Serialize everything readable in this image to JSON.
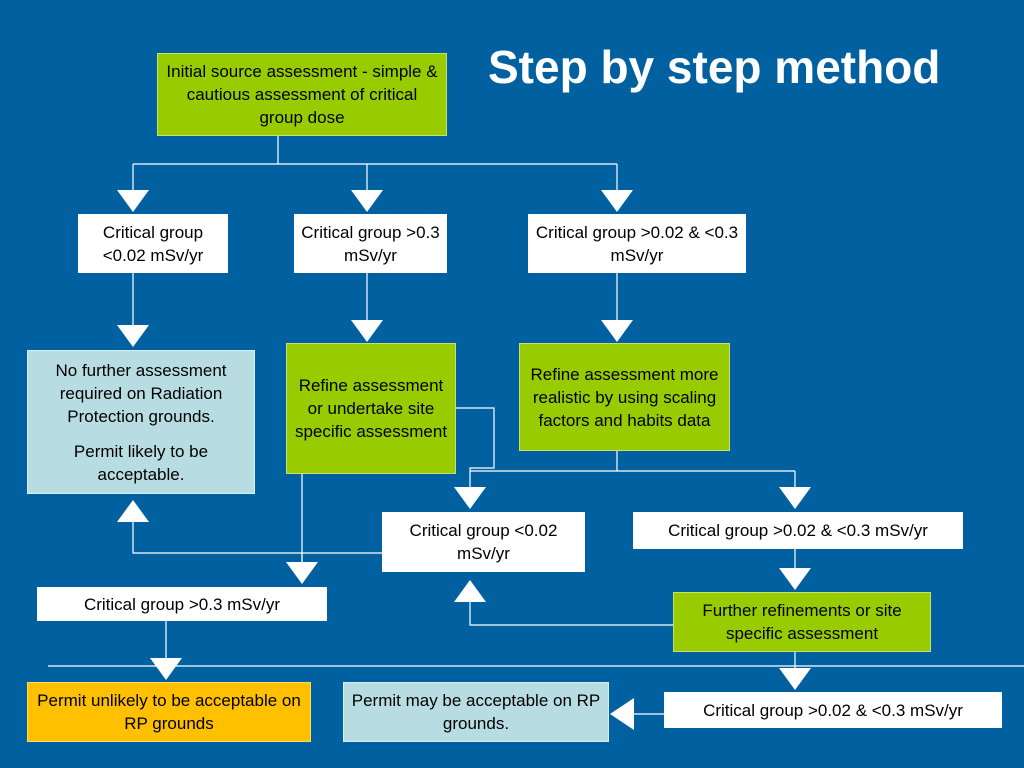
{
  "title": "Step by step method",
  "colors": {
    "background": "#0060a0",
    "green_box": "#99cc00",
    "blue_box": "#b7dde3",
    "orange_box": "#ffc000",
    "white_box": "#ffffff",
    "connector": "#ffffff"
  },
  "boxes": {
    "initial": "Initial source assessment - simple & cautious assessment of critical group dose",
    "cg_lt_002": "Critical group <0.02 mSv/yr",
    "cg_gt_03": "Critical group >0.3 mSv/yr",
    "cg_between": "Critical group >0.02 & <0.3 mSv/yr",
    "no_further_1": "No further assessment required on Radiation Protection grounds.",
    "no_further_2": "Permit likely to be acceptable.",
    "refine_site": "Refine assessment or undertake site specific assessment",
    "refine_scaling": "Refine assessment more realistic by using scaling factors and habits data",
    "cg2_lt_002": "Critical group <0.02 mSv/yr",
    "cg2_between": "Critical group >0.02 & <0.3 mSv/yr",
    "cg2_gt_03": "Critical group >0.3 mSv/yr",
    "further_refine": "Further refinements or site specific assessment",
    "permit_unlikely": "Permit unlikely to be acceptable on RP grounds",
    "permit_may": "Permit may be acceptable on RP grounds.",
    "cg3_between": "Critical group >0.02 & <0.3 mSv/yr"
  }
}
